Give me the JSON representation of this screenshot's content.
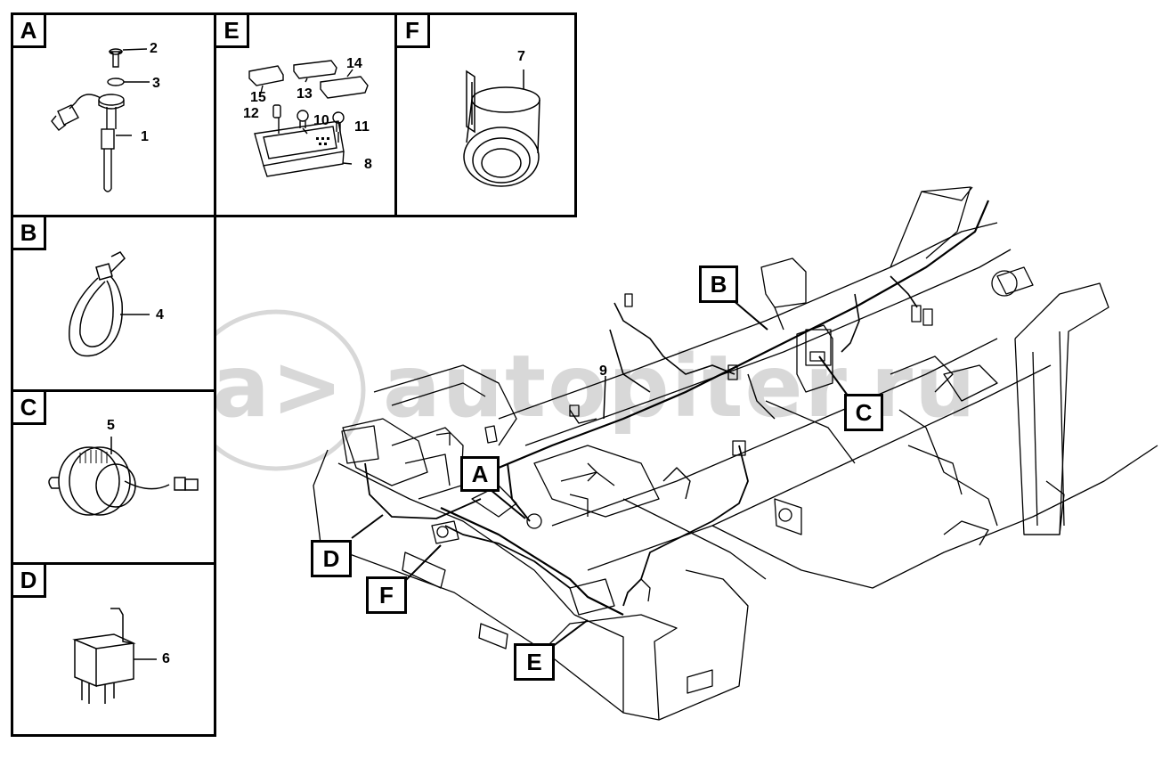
{
  "watermark": {
    "logo_glyph": "a>",
    "text": "autopiter.ru"
  },
  "detail_panels": [
    {
      "id": "A",
      "parts": [
        "2",
        "3",
        "1"
      ]
    },
    {
      "id": "E",
      "parts": [
        "14",
        "15",
        "13",
        "12",
        "10",
        "11",
        "8"
      ]
    },
    {
      "id": "F",
      "parts": [
        "7"
      ]
    },
    {
      "id": "B",
      "parts": [
        "4"
      ]
    },
    {
      "id": "C",
      "parts": [
        "5"
      ]
    },
    {
      "id": "D",
      "parts": [
        "6"
      ]
    }
  ],
  "callouts": {
    "A": "A",
    "B": "B",
    "C": "C",
    "D": "D",
    "E": "E",
    "F": "F",
    "item_9": "9"
  },
  "colors": {
    "line": "#000000",
    "background": "#ffffff",
    "watermark": "#d8d8d8"
  }
}
